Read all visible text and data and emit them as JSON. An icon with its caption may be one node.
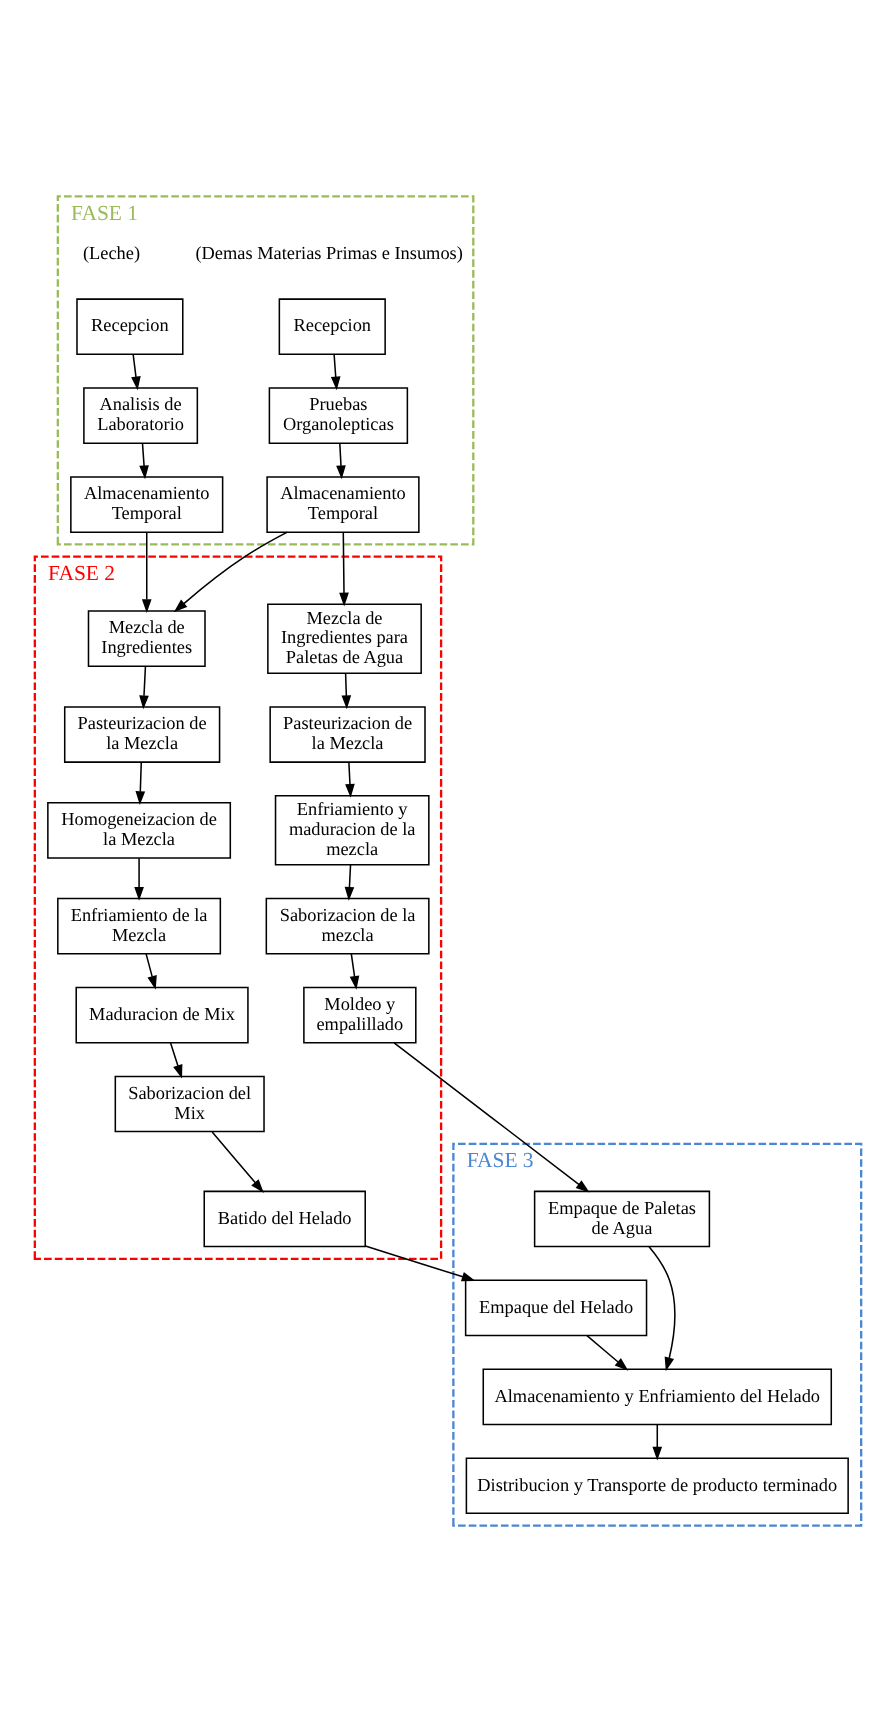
{
  "diagram": {
    "nodes": [
      {
        "text": [
          "FASE 1"
        ]
      },
      {
        "text": [
          "Recepcion"
        ],
        "in": 0,
        "beside": [
          "(Leche)"
        ]
      },
      {
        "text": [
          "Analisis de Laboratorio"
        ],
        "in": 0
      },
      {
        "text": [
          "Almacenamiento Temporal"
        ],
        "in": 0
      },
      {
        "text": [
          "Recepcion"
        ],
        "in": 0,
        "beside": [
          "(Demas Materias Primas e Insumos)"
        ]
      },
      {
        "text": [
          "Pruebas Organolepticas"
        ],
        "in": 0
      },
      {
        "text": [
          "Almacenamiento Temporal"
        ],
        "in": 0
      },
      {
        "text": [
          "FASE 2"
        ]
      },
      {
        "text": [
          "Mezcla de Ingredientes"
        ],
        "in": 7
      },
      {
        "text": [
          "Pasteurizacion de la Mezcla"
        ],
        "in": 7
      },
      {
        "text": [
          "Homogeneizacion de la Mezcla"
        ],
        "in": 7
      },
      {
        "text": [
          "Enfriamiento de la Mezcla"
        ],
        "in": 7
      },
      {
        "text": [
          "Maduracion de Mix"
        ],
        "in": 7
      },
      {
        "text": [
          "Saborizacion del Mix"
        ],
        "in": 7
      },
      {
        "text": [
          "Batido del Helado"
        ],
        "in": 7
      },
      {
        "text": [
          "Mezcla de Ingredientes para Paletas de Agua"
        ],
        "in": 7
      },
      {
        "text": [
          "Pasteurizacion de la Mezcla"
        ],
        "in": 7
      },
      {
        "text": [
          "Enfriamiento y maduracion de la mezcla"
        ],
        "in": 7
      },
      {
        "text": [
          "Saborizacion de la mezcla"
        ],
        "in": 7
      },
      {
        "text": [
          "Moldeo y empalillado"
        ],
        "in": 7
      },
      {
        "text": [
          "FASE 3"
        ]
      },
      {
        "text": [
          "Empaque del Helado"
        ],
        "in": 20
      },
      {
        "text": [
          "Empaque de Paletas de Agua"
        ],
        "in": 20
      },
      {
        "text": [
          "Almacenamiento y Enfriamiento del Helado"
        ],
        "in": 20
      },
      {
        "text": [
          "Distribucion y Transporte de producto terminado"
        ],
        "in": 20
      }
    ],
    "edges": [
      {
        "from": 1,
        "to": 2,
        "arrow": "to"
      },
      {
        "from": 2,
        "to": 3,
        "arrow": "to"
      },
      {
        "from": 4,
        "to": 5,
        "arrow": "to"
      },
      {
        "from": 5,
        "to": 6,
        "arrow": "to"
      },
      {
        "from": 3,
        "to": 8,
        "arrow": "to"
      },
      {
        "from": 6,
        "to": 8,
        "arrow": "to"
      },
      {
        "from": 6,
        "to": 15,
        "arrow": "to"
      },
      {
        "from": 8,
        "to": 9,
        "arrow": "to"
      },
      {
        "from": 9,
        "to": 10,
        "arrow": "to"
      },
      {
        "from": 10,
        "to": 11,
        "arrow": "to"
      },
      {
        "from": 11,
        "to": 12,
        "arrow": "to"
      },
      {
        "from": 12,
        "to": 13,
        "arrow": "to"
      },
      {
        "from": 13,
        "to": 14,
        "arrow": "to"
      },
      {
        "from": 15,
        "to": 16,
        "arrow": "to"
      },
      {
        "from": 16,
        "to": 17,
        "arrow": "to"
      },
      {
        "from": 17,
        "to": 18,
        "arrow": "to"
      },
      {
        "from": 18,
        "to": 19,
        "arrow": "to"
      },
      {
        "from": 14,
        "to": 21,
        "arrow": "to"
      },
      {
        "from": 19,
        "to": 22,
        "arrow": "to"
      },
      {
        "from": 21,
        "to": 23,
        "arrow": "to"
      },
      {
        "from": 22,
        "to": 23,
        "arrow": "to"
      },
      {
        "from": 23,
        "to": 24,
        "arrow": "to"
      }
    ]
  }
}
